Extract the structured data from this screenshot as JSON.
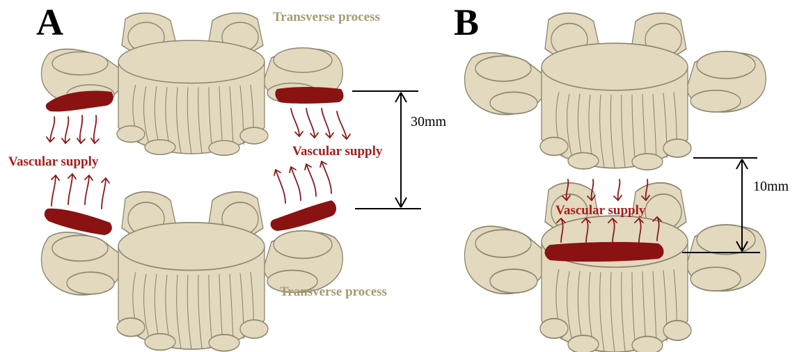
{
  "panels": [
    {
      "letter": "A",
      "labels": {
        "transverse_top": "Transverse process",
        "transverse_bottom": "Transverse process",
        "vascular_left": "Vascular supply",
        "vascular_right": "Vascular supply"
      },
      "dimension": "30mm"
    },
    {
      "letter": "B",
      "labels": {
        "vascular_center": "Vascular supply"
      },
      "dimension": "10mm"
    }
  ],
  "colors": {
    "bone_fill": "#e2d9bf",
    "bone_outline": "#8d8670",
    "graft": "#8b1212",
    "vessel": "#8b1a1a",
    "transverse_label": "#a69a72",
    "vascular_label": "#a51d1d"
  }
}
